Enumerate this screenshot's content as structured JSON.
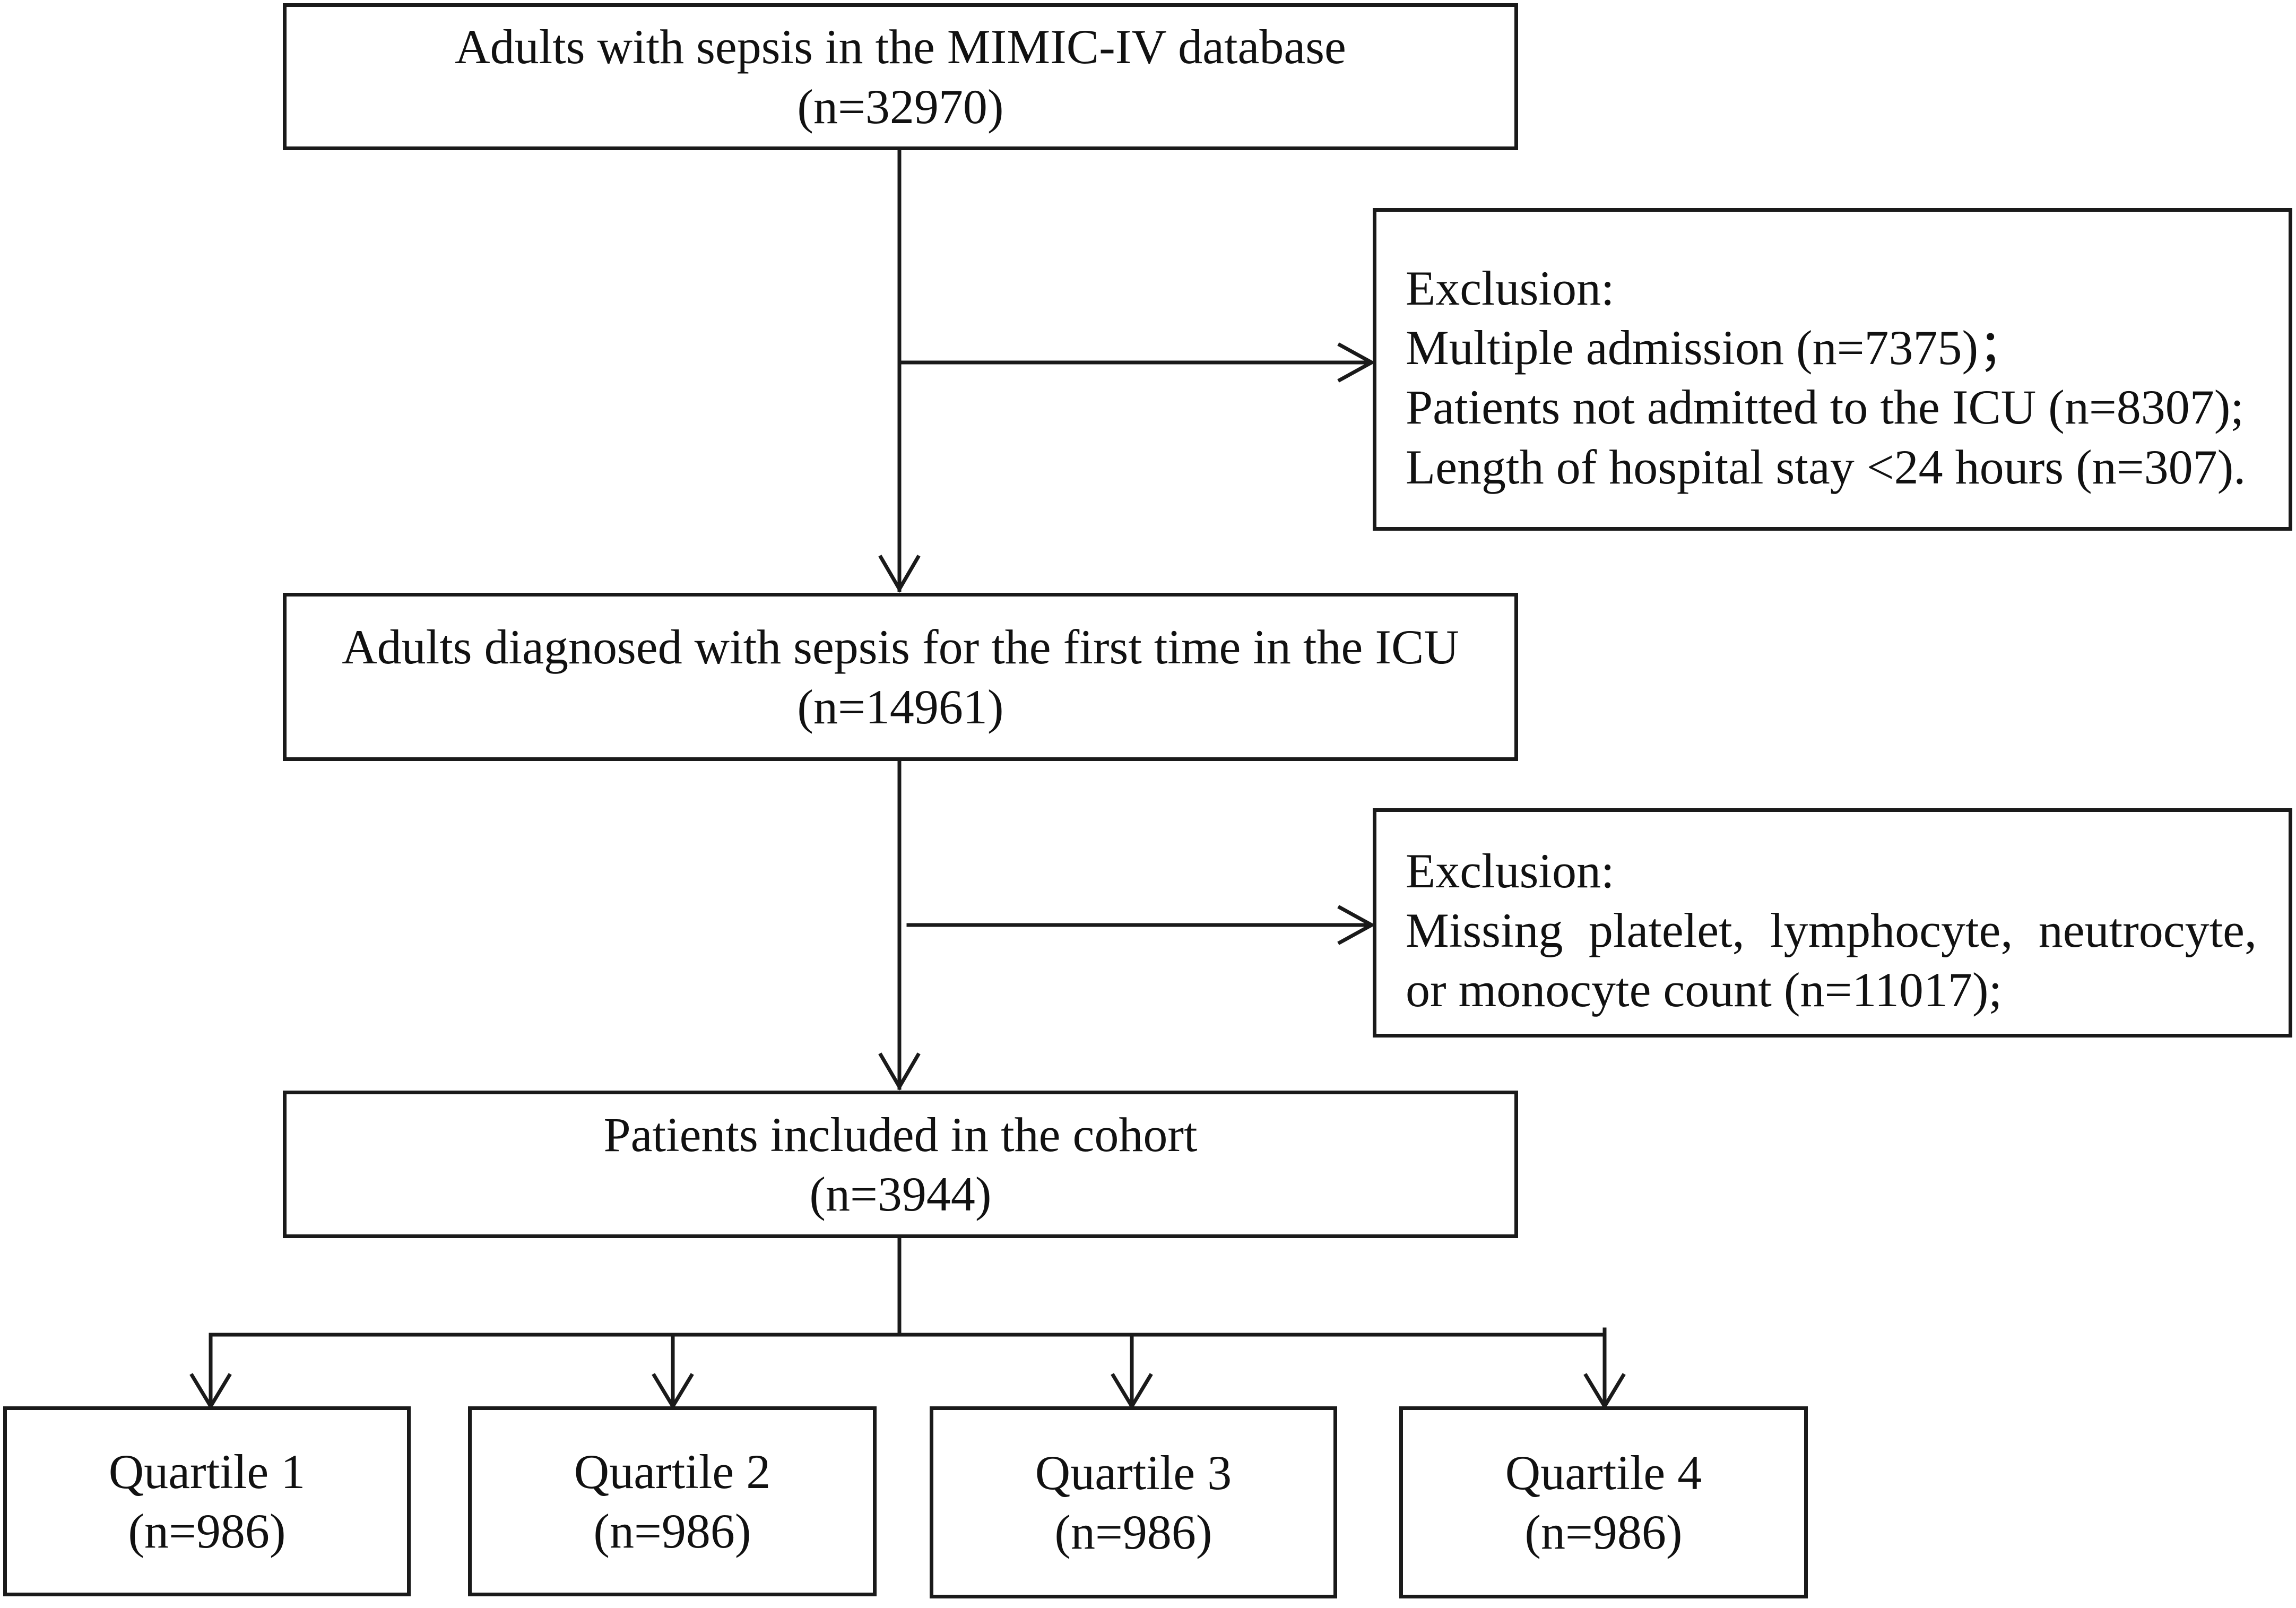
{
  "steps": [
    {
      "title": "Adults with sepsis in the MIMIC-IV database",
      "count": "(n=32970)"
    },
    {
      "title": "Adults diagnosed with sepsis for the first time in the ICU",
      "count": "(n=14961)"
    },
    {
      "title": "Patients included in the cohort",
      "count": "(n=3944)"
    }
  ],
  "exclusions": [
    {
      "heading": "Exclusion:",
      "lines": [
        "Multiple admission (n=7375)；",
        "Patients not admitted to the ICU (n=8307);",
        "Length of hospital stay <24 hours (n=307)."
      ]
    },
    {
      "heading": "Exclusion:",
      "lines": [
        "Missing platelet, lymphocyte, neutrocyte,",
        "or monocyte count (n=11017);"
      ]
    }
  ],
  "quartiles": [
    {
      "label": "Quartile 1",
      "count": "(n=986)"
    },
    {
      "label": "Quartile 2",
      "count": "(n=986)"
    },
    {
      "label": "Quartile 3",
      "count": "(n=986)"
    },
    {
      "label": "Quartile 4",
      "count": "(n=986)"
    }
  ]
}
